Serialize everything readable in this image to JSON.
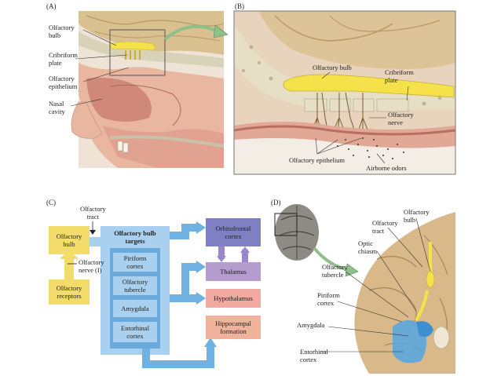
{
  "panel_a": {
    "letter": "(A)",
    "labels": {
      "olfactory_bulb": "Olfactory\nbulb",
      "cribriform_plate": "Cribriform\nplate",
      "olfactory_epithelium": "Olfactory\nepithelium",
      "nasal_cavity": "Nasal\ncavity"
    }
  },
  "panel_b": {
    "letter": "(B)",
    "labels": {
      "olfactory_bulb": "Olfactory bulb",
      "cribriform_plate": "Cribriform\nplate",
      "olfactory_nerve": "Olfactory\nnerve",
      "olfactory_epithelium": "Olfactory epithelium",
      "airborne_odors": "Airborne odors"
    }
  },
  "panel_c": {
    "letter": "(C)",
    "labels": {
      "olfactory_tract": "Olfactory\ntract",
      "olfactory_nerve": "Olfactory\nnerve (I)"
    },
    "boxes": {
      "olfactory_bulb": "Olfactory\nbulb",
      "olfactory_receptors": "Olfactory\nreceptors",
      "targets_title": "Olfactory bulb\ntargets",
      "piriform_cortex": "Piriform\ncortex",
      "olfactory_tubercle": "Olfactory\ntubercle",
      "amygdala": "Amygdala",
      "entorhinal_cortex": "Entorhinal\ncortex",
      "orbitofrontal_cortex": "Orbitofrontal\ncortex",
      "thalamus": "Thalamus",
      "hypothalamus": "Hypothalamus",
      "hippocampal_formation": "Hippocampal\nformation"
    }
  },
  "panel_d": {
    "letter": "(D)",
    "labels": {
      "olfactory_tract": "Olfactory\ntract",
      "olfactory_bulb": "Olfactory\nbulb",
      "optic_chiasm": "Optic\nchiasm",
      "olfactory_tubercle": "Olfactory\ntubercle",
      "piriform_cortex": "Piriform\ncortex",
      "amygdala": "Amygdala",
      "entorhinal_cortex": "Entorhinal\ncortex"
    }
  },
  "colors": {
    "bulb_yellow": "#f5e24a",
    "box_yellow": "#f3dc6a",
    "targets_blue": "#a9d1ef",
    "inner_blue": "#6aa9dc",
    "orbitofrontal_purple": "#7f7fc4",
    "thalamus_purple": "#b49ccf",
    "hypothalamus_salmon": "#f2a9a0",
    "hippocampal_salmon": "#f0b29b",
    "arrow_blue": "#6fb1e0",
    "skin": "#e9b7a0",
    "bone": "#d8d2b8",
    "brain": "#d9b98a",
    "green_arrow": "#8fbf8a"
  }
}
